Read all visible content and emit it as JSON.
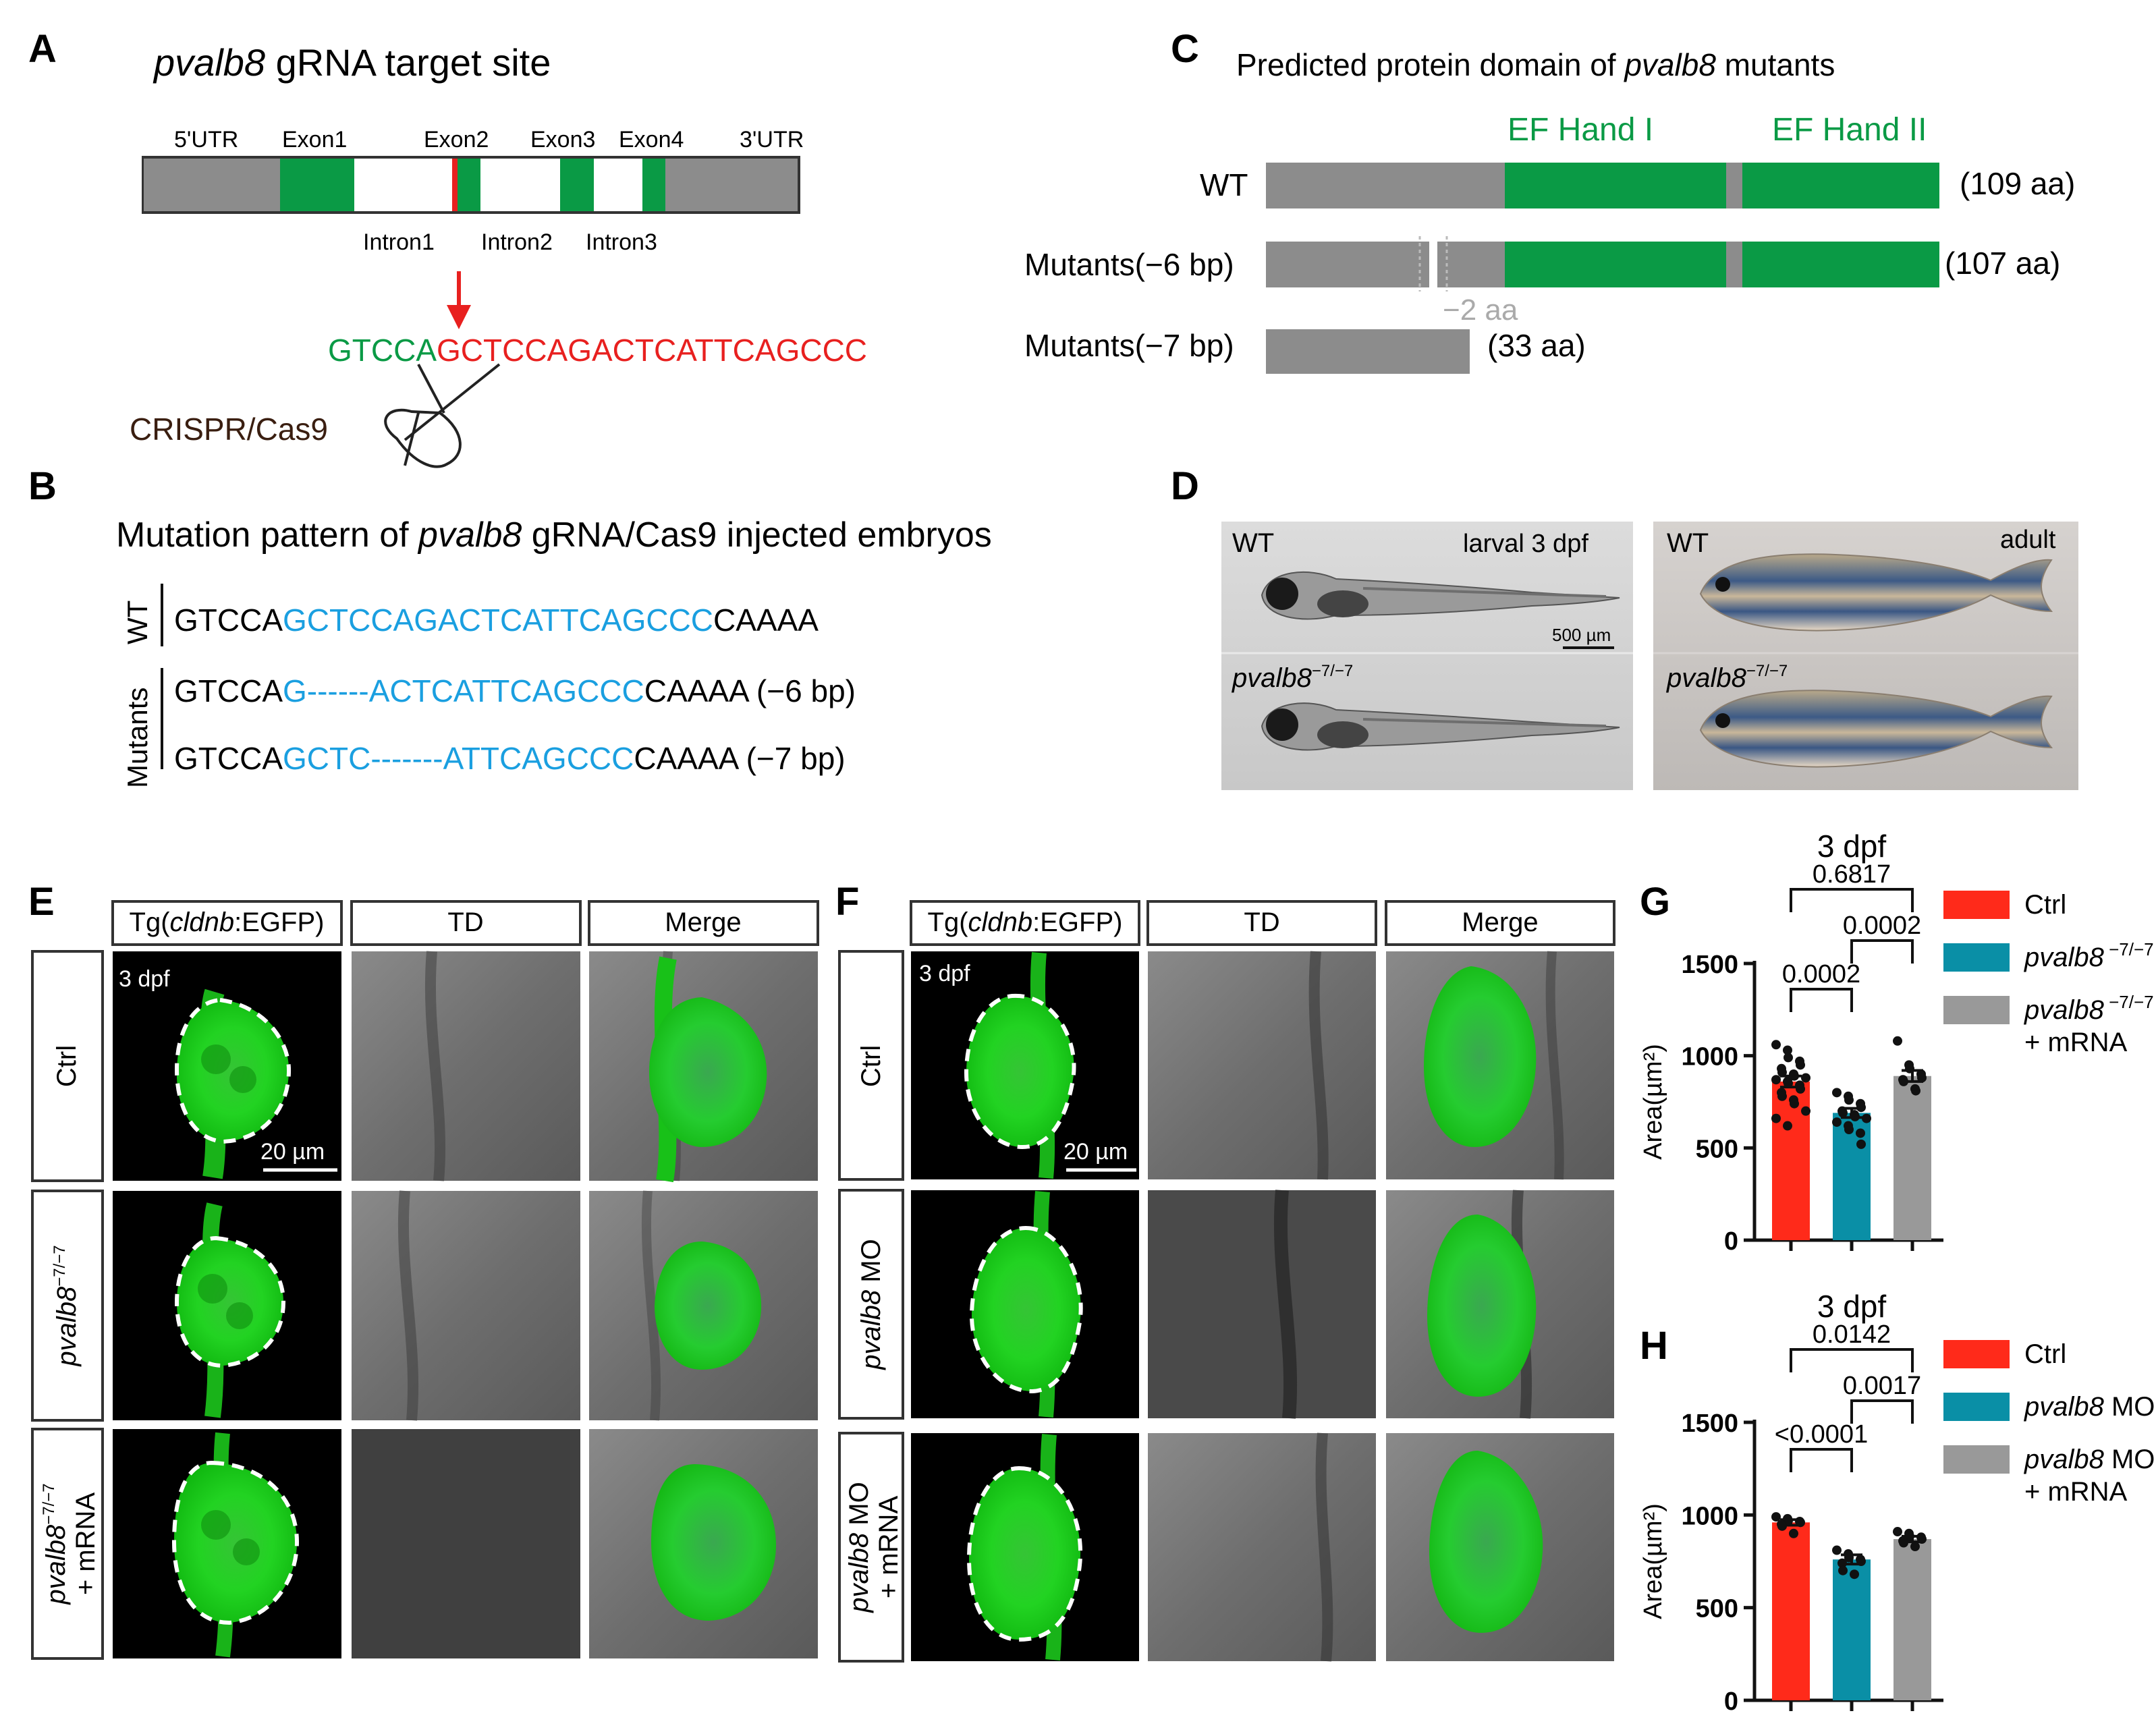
{
  "panels": {
    "A": {
      "letter": "A",
      "title_gene": "pvalb8",
      "title_rest": " gRNA target site",
      "regions": [
        "5'UTR",
        "Exon1",
        "Exon2",
        "Exon3",
        "Exon4",
        "3'UTR"
      ],
      "introns": [
        "Intron1",
        "Intron2",
        "Intron3"
      ],
      "seq_green": "GTCCA",
      "seq_red": "GCTCCAGACTCATTCAGCCC",
      "tool": "CRISPR/Cas9",
      "colors": {
        "exon": "#0a9a45",
        "utr": "#8c8c8c",
        "cut": "#e8201f"
      }
    },
    "B": {
      "letter": "B",
      "title_pre": "Mutation pattern of ",
      "title_gene": "pvalb8",
      "title_post": " gRNA/Cas9 injected embryos",
      "wt_label": "WT",
      "mut_label": "Mutants",
      "wt_seq": {
        "pre": "GTCCA",
        "blue": "GCTCCAGACTCATTCAGCCC",
        "post": "CAAAA"
      },
      "mut1": {
        "pre": "GTCCA",
        "blue1": "G",
        "gap": "------",
        "blue2": "ACTCATTCAGCCC",
        "post": "CAAAA",
        "note": " (−6 bp)"
      },
      "mut2": {
        "pre": "GTCCA",
        "blue1": "GCTC",
        "gap": "-------",
        "blue2": "ATTCAGCCC",
        "post": "CAAAA",
        "note": " (−7 bp)"
      },
      "colors": {
        "blue": "#1a9fe0"
      }
    },
    "C": {
      "letter": "C",
      "title_pre": "Predicted protein domain of ",
      "title_gene": "pvalb8",
      "title_post": " mutants",
      "domain1": "EF Hand I",
      "domain2": "EF Hand II",
      "rows": [
        {
          "label": "WT",
          "len": "(109 aa)"
        },
        {
          "label": "Mutants(−6 bp)",
          "len": "(107 aa)"
        },
        {
          "label": "Mutants(−7 bp)",
          "len": "(33 aa)"
        }
      ],
      "deletion_note": "−2 aa"
    },
    "D": {
      "letter": "D",
      "left_wt": "WT",
      "left_stage": "larval 3 dpf",
      "scale": "500 µm",
      "left_mut": "pvalb8",
      "mut_sup": "−7/−7",
      "right_wt": "WT",
      "right_stage": "adult",
      "right_mut": "pvalb8"
    },
    "E": {
      "letter": "E",
      "col_headers": {
        "c1_pre": "Tg(",
        "c1_gene": "cldnb",
        "c1_post": ":EGFP)",
        "c2": "TD",
        "c3": "Merge"
      },
      "row_labels": [
        "Ctrl",
        "pvalb8",
        "pvalb8"
      ],
      "row_sup": "−7/−7",
      "row3_extra": "+ mRNA",
      "stage": "3 dpf",
      "scale": "20 µm"
    },
    "F": {
      "letter": "F",
      "col_headers": {
        "c1_pre": "Tg(",
        "c1_gene": "cldnb",
        "c1_post": ":EGFP)",
        "c2": "TD",
        "c3": "Merge"
      },
      "row_labels": [
        "Ctrl",
        "pvalb8",
        "pvalb8"
      ],
      "row2_extra": " MO",
      "row3_extra1": " MO",
      "row3_extra2": "+ mRNA",
      "stage": "3 dpf",
      "scale": "20 µm"
    }
  },
  "chart_data": [
    {
      "panel": "G",
      "type": "bar",
      "title": "3 dpf",
      "ylabel": "Area(µm²)",
      "ylim": [
        0,
        1500
      ],
      "yticks": [
        0,
        500,
        1000,
        1500
      ],
      "categories": [
        "Ctrl",
        "pvalb8 −7/−7",
        "pvalb8 −7/−7 + mRNA"
      ],
      "values": [
        860,
        690,
        890
      ],
      "errors": [
        30,
        25,
        30
      ],
      "colors": [
        "#ff2a1a",
        "#0a8fa6",
        "#999999"
      ],
      "points": [
        [
          1060,
          1030,
          990,
          970,
          950,
          930,
          910,
          900,
          890,
          880,
          870,
          860,
          850,
          840,
          820,
          800,
          780,
          760,
          740,
          700,
          660,
          620
        ],
        [
          800,
          780,
          760,
          740,
          720,
          700,
          690,
          680,
          670,
          660,
          640,
          620,
          600,
          580,
          520
        ],
        [
          1080,
          950,
          930,
          900,
          880,
          870,
          860,
          820,
          810
        ]
      ],
      "comparisons": [
        {
          "from": 0,
          "to": 2,
          "p": "0.6817"
        },
        {
          "from": 1,
          "to": 2,
          "p": "0.0002"
        },
        {
          "from": 0,
          "to": 1,
          "p": "0.0002"
        }
      ],
      "legend": [
        {
          "gene": "",
          "text": "Ctrl",
          "sup": "",
          "line2": ""
        },
        {
          "gene": "pvalb8",
          "text": "",
          "sup": " −7/−7",
          "line2": ""
        },
        {
          "gene": "pvalb8",
          "text": "",
          "sup": " −7/−7",
          "line2": "+ mRNA"
        }
      ]
    },
    {
      "panel": "H",
      "type": "bar",
      "title": "3 dpf",
      "ylabel": "Area(µm²)",
      "ylim": [
        0,
        1500
      ],
      "yticks": [
        0,
        500,
        1000,
        1500
      ],
      "categories": [
        "Ctrl",
        "pvalb8 MO",
        "pvalb8 MO + mRNA"
      ],
      "values": [
        960,
        760,
        870
      ],
      "errors": [
        15,
        25,
        15
      ],
      "colors": [
        "#ff2a1a",
        "#0a8fa6",
        "#999999"
      ],
      "points": [
        [
          990,
          980,
          970,
          965,
          960,
          950,
          940,
          900
        ],
        [
          810,
          790,
          770,
          760,
          750,
          740,
          700,
          680
        ],
        [
          910,
          900,
          885,
          880,
          870,
          860,
          850,
          830
        ]
      ],
      "comparisons": [
        {
          "from": 0,
          "to": 2,
          "p": "0.0142"
        },
        {
          "from": 1,
          "to": 2,
          "p": "0.0017"
        },
        {
          "from": 0,
          "to": 1,
          "p": "<0.0001"
        }
      ],
      "legend": [
        {
          "gene": "",
          "text": "Ctrl",
          "sup": "",
          "line2": ""
        },
        {
          "gene": "pvalb8",
          "text": " MO",
          "sup": "",
          "line2": ""
        },
        {
          "gene": "pvalb8",
          "text": " MO",
          "sup": "",
          "line2": "+ mRNA"
        }
      ]
    }
  ]
}
